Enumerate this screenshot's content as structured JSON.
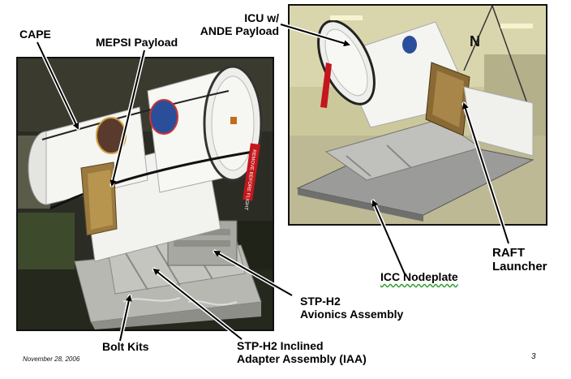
{
  "labels": {
    "cape": "CAPE",
    "mepsi_payload": "MEPSI Payload",
    "icu_line1": "ICU w/",
    "icu_line2": "ANDE Payload",
    "bolt_kits": "Bolt Kits",
    "avionics_line1": "STP-H2",
    "avionics_line2": "Avionics Assembly",
    "iaa_line1": "STP-H2 Inclined",
    "iaa_line2": "Adapter Assembly (IAA)",
    "icc_nodeplate": "ICC Nodeplate",
    "raft_line1": "RAFT",
    "raft_line2": "Launcher",
    "north": "N"
  },
  "hardware_markings": {
    "remove_before_flight": "REMOVE BEFORE FLIGHT"
  },
  "footer": {
    "date": "November 28, 2006",
    "page_number": "3"
  },
  "colors": {
    "payload_white": "#f4f4f2",
    "frame_silver": "#b9b9b4",
    "remove_tag_red": "#c4161c",
    "callout_line": "#000000"
  }
}
